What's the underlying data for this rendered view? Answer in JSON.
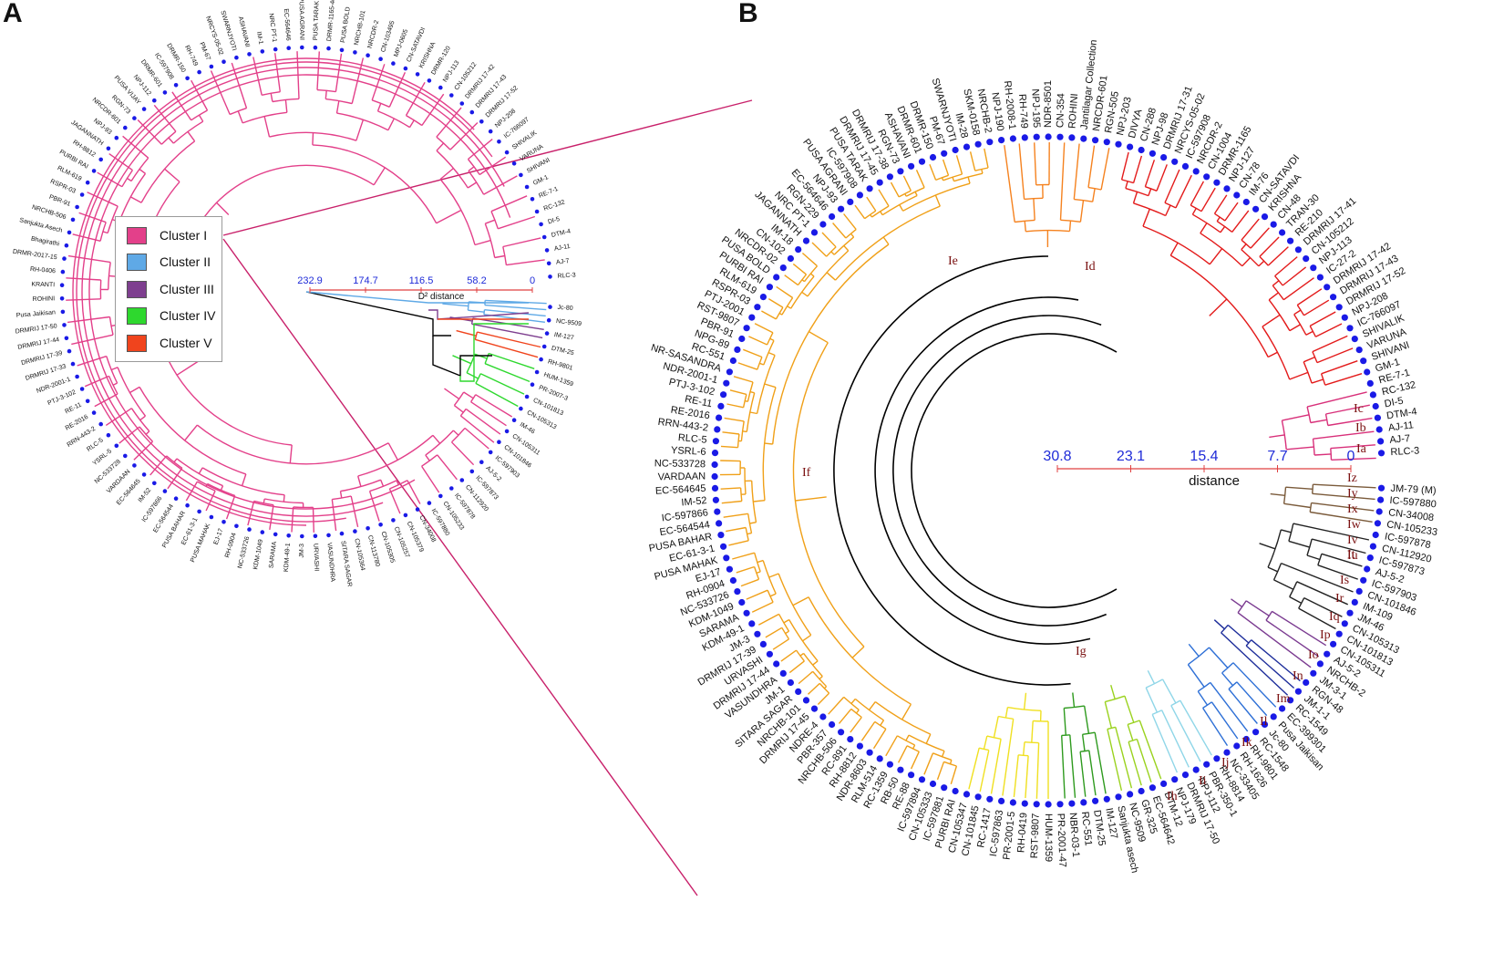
{
  "panels": {
    "a": "A",
    "b": "B"
  },
  "legend": [
    {
      "label": "Cluster I",
      "color": "#e3408a"
    },
    {
      "label": "Cluster II",
      "color": "#5fa9e6"
    },
    {
      "label": "Cluster III",
      "color": "#7e3f8f"
    },
    {
      "label": "Cluster IV",
      "color": "#2ed82e"
    },
    {
      "label": "Cluster V",
      "color": "#f0441d"
    }
  ],
  "scale_a": {
    "ticks": [
      "232.9",
      "174.7",
      "116.5",
      "58.2",
      "0"
    ],
    "label": "D² distance"
  },
  "scale_b": {
    "ticks": [
      "30.8",
      "23.1",
      "15.4",
      "7.7",
      "0"
    ],
    "label": "distance"
  },
  "subclusters": [
    "Ia",
    "Ib",
    "Ic",
    "Id",
    "Ie",
    "If",
    "Ig",
    "Ih",
    "Ii",
    "Ij",
    "Ik",
    "Il",
    "Im",
    "In",
    "Io",
    "Ip",
    "Iq",
    "Ir",
    "Is",
    "It",
    "Iu",
    "Iv",
    "Iw",
    "Ix",
    "Iy",
    "Iz"
  ],
  "leaves_a": [
    "RLC-3",
    "AJ-7",
    "AJ-11",
    "DTM-4",
    "DI-5",
    "RC-132",
    "RE-7-1",
    "GM-1",
    "SHIVANI",
    "VARUNA",
    "SHIVALIK",
    "IC-766097",
    "NPJ-208",
    "DRMRIJ 17-52",
    "DRMRIJ 17-43",
    "DRMRIJ 17-42",
    "CN-105212",
    "NPJ-113",
    "DRMR-120",
    "KRISHNA",
    "CN-SATAVDI",
    "MPJ-0605",
    "CN-103495",
    "NRCDR-2",
    "NRCHB-101",
    "PUSA BOLD",
    "DRMR-1165-40",
    "PUSA TARAK",
    "PUSA AGRANI",
    "EC-564646",
    "NRC PT-1",
    "IM-1",
    "ASHAVANI",
    "SWARNJYOTI",
    "NRCYS-05-02",
    "PM-67",
    "RH-749",
    "DRMR-150",
    "IC-597908",
    "DRMR-601",
    "NPJ-112",
    "PUSA VIJAY",
    "RGN-73",
    "NRCDR-601",
    "NPJ-93",
    "JAGANNATH",
    "RH-8812",
    "PURBI RAI",
    "RLM-619",
    "RSPR-03",
    "PBR-91",
    "NRCHB-506",
    "Sanjukta Asech",
    "Bhagirathi",
    "DRMR-2017-15",
    "RH-0406",
    "KRANTI",
    "ROHINI",
    "Pusa Jaikisan",
    "DRMRIJ 17-50",
    "DRMRIJ 17-44",
    "DRMRIJ 17-39",
    "DRMRIJ 17-33",
    "NDR-2001-1",
    "PTJ-3-102",
    "RE-11",
    "RE-2016",
    "RRN-443-2",
    "RLC-5",
    "YSRL-5",
    "NC-533728",
    "VARDAAN",
    "EC-564645",
    "IM-52",
    "IC-597866",
    "EC-564544",
    "PUSA BAHAR",
    "EC-61-3-1",
    "PUSA MAHAK",
    "EJ-17",
    "RH-0904",
    "NC-533726",
    "KDM-1049",
    "SARAMA",
    "KDM-49-1",
    "JM-3",
    "URVASHI",
    "VASUNDHRA",
    "SITARA SAGAR",
    "CN-105364",
    "CN-113780",
    "CN-105305",
    "CN-105257",
    "CN-105379",
    "CN-34008",
    "IC-597880",
    "CN-105233",
    "IC-597878",
    "CN-112920",
    "IC-597873",
    "AJ-5-2",
    "IC-597903",
    "CN-101846",
    "CN-105311",
    "IM-46",
    "CN-105313",
    "CN-101813",
    "PR-2007-3",
    "HUM-1359",
    "RH-9801",
    "DTM-25",
    "IM-127",
    "NC-9509",
    "Jc-80"
  ],
  "leaves_b": [
    "RLC-3",
    "AJ-7",
    "AJ-11",
    "DTM-4",
    "DI-5",
    "RC-132",
    "RE-7-1",
    "GM-1",
    "SHIVANI",
    "VARUNA",
    "SHIVALIK",
    "IC-766097",
    "NPJ-208",
    "DRMRIJ 17-52",
    "DRMRIJ 17-43",
    "DRMRIJ 17-42",
    "IC-27-2",
    "NPJ-113",
    "CN-105212",
    "DRMRIJ 17-41",
    "RE-210",
    "TRAN-30",
    "CN-48",
    "KRISHNA",
    "CN-SATAVDI",
    "IM-76",
    "CN-78",
    "NPJ-127",
    "DRMR-1165",
    "CN-1004",
    "NRCDR-2",
    "IC-597908",
    "NRCYS-05-02",
    "DRMRIJ 17-31",
    "NPJ-98",
    "CN-288",
    "DIVYA",
    "NPJ-203",
    "RGN-505",
    "NRCDR-601",
    "Jantilagar Collection",
    "ROHINI",
    "CN-354",
    "NDR-8501",
    "NPJ-195",
    "RH-749",
    "RH-2008-1",
    "NPJ-190",
    "NRCHB-2",
    "SKM-0158",
    "IM-28",
    "SWARNJYOTI",
    "PM-67",
    "DRMR-150",
    "DRMR-601",
    "ASHAVANI",
    "RGN-73",
    "DRMRIJ 17-38",
    "DRMRIJ 17-45",
    "PUSA TARAK",
    "IC-597908",
    "PUSA AGRANI",
    "NPJ-93",
    "EC-564646",
    "RGN-229",
    "NRC PT-1",
    "JAGANNATH",
    "IM-18",
    "CN-102",
    "NRCDR-02",
    "PUSA BOLD",
    "PURBI RAI",
    "RLM-619",
    "RSPR-03",
    "PTJ-2001",
    "RST-9807",
    "PBR-91",
    "NPG-89",
    "RC-551",
    "NR-SASANDRA",
    "NDR-2001-1",
    "PTJ-3-102",
    "RE-11",
    "RE-2016",
    "RRN-443-2",
    "RLC-5",
    "YSRL-6",
    "NC-533728",
    "VARDAAN",
    "EC-564645",
    "IM-52",
    "IC-597866",
    "EC-564544",
    "PUSA BAHAR",
    "EC-61-3-1",
    "PUSA MAHAK",
    "EJ-17",
    "RH-0904",
    "NC-533726",
    "KDM-1049",
    "SARAMA",
    "KDM-49-1",
    "JM-3",
    "DRMRIJ 17-39",
    "URVASHI",
    "DRMRIJ 17-44",
    "VASUNDHRA",
    "JM-1",
    "SITARA SAGAR",
    "NRCHB-101",
    "DRMRIJ 17-45",
    "NDRE-4",
    "PBR-357",
    "NRCHB-506",
    "RC-891",
    "RH-8812",
    "NDR-8603",
    "RLM-514",
    "RC-1359",
    "RB-50",
    "RE-88",
    "IC-597894",
    "CN-105333",
    "IC-597881",
    "PURBI RAI",
    "CN-105347",
    "CN-101845",
    "RC-1417",
    "IC-597863",
    "PR-2001-5",
    "RH-0419",
    "RST-9807",
    "HUM-1359",
    "PR-2001-47",
    "NBR-03-1",
    "RC-551",
    "DTM-25",
    "IM-127",
    "Sanjukta asech",
    "NC-9509",
    "GR-325",
    "EC-564642",
    "DTM-12",
    "NPJ-179",
    "DRMRIJ 17-50",
    "NPJ-112",
    "PBR-350-1",
    "RH-8814",
    "NC-33405",
    "RH-1626",
    "RH-9801",
    "RC-1548",
    "Jc-80",
    "Pusa Jaikisan",
    "EC-399301",
    "RC-1549",
    "JM-1-1",
    "RGN-48",
    "JM-3-1",
    "NRCHB-2",
    "AJ-5-2",
    "CN-105311",
    "CN-101813",
    "CN-105313",
    "JM-46",
    "IM-109",
    "CN-101846",
    "IC-597903",
    "AJ-5-2",
    "IC-597873",
    "CN-112920",
    "IC-597878",
    "CN-105233",
    "CN-34008",
    "IC-597880",
    "JM-79 (M)"
  ]
}
